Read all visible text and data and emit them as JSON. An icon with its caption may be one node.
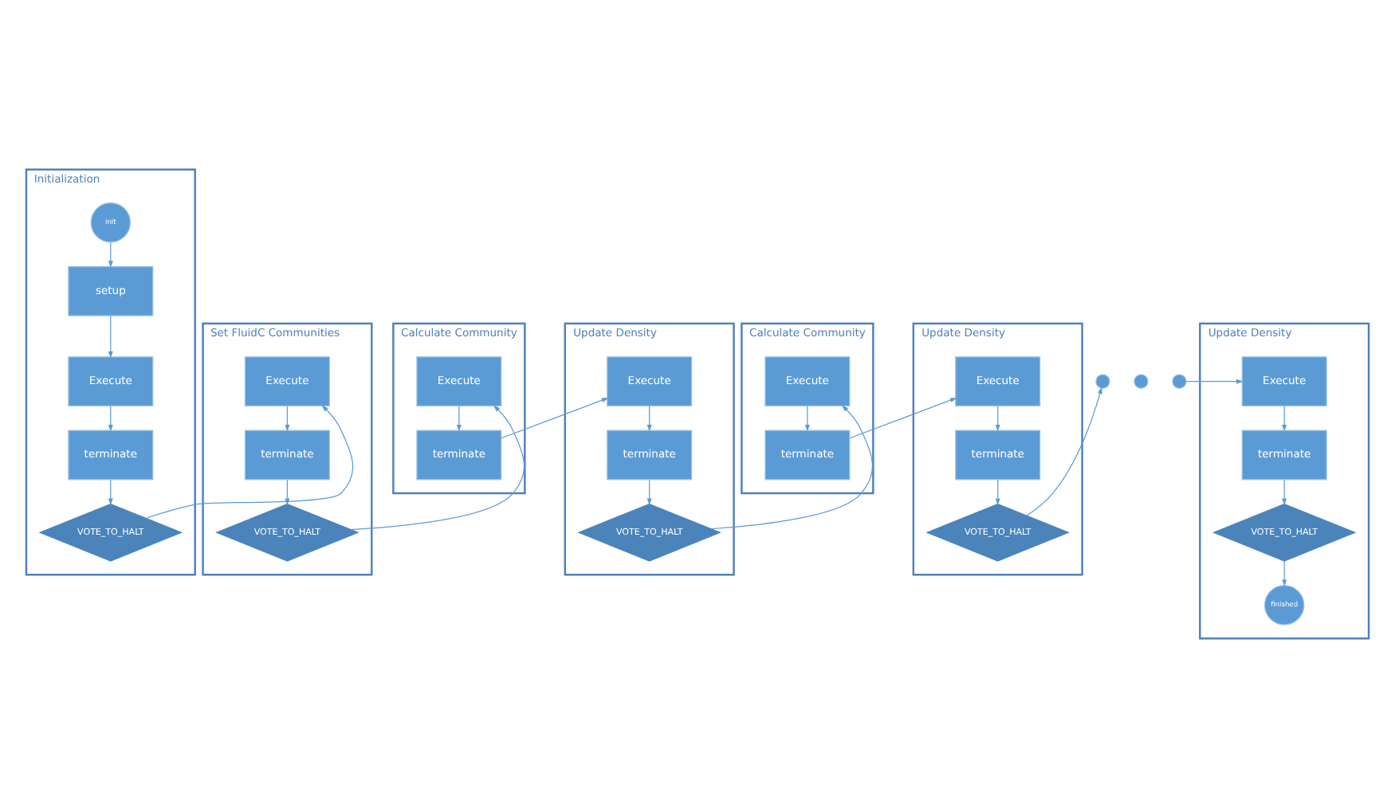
{
  "diagram": {
    "nodes": [
      {
        "text": [
          "Initialization"
        ]
      },
      {
        "text": [
          "init"
        ],
        "in": 0
      },
      {
        "text": [
          "setup"
        ],
        "in": 0
      },
      {
        "text": [
          "Execute"
        ],
        "in": 0
      },
      {
        "text": [
          "terminate"
        ],
        "in": 0
      },
      {
        "text": [
          "VOTE_TO_HALT"
        ],
        "in": 0
      },
      {
        "text": [
          "Set FluidC Communities"
        ]
      },
      {
        "text": [
          "Execute"
        ],
        "in": 6
      },
      {
        "text": [
          "terminate"
        ],
        "in": 6
      },
      {
        "text": [
          "VOTE_TO_HALT"
        ],
        "in": 6
      },
      {
        "text": [
          "Calculate Community"
        ]
      },
      {
        "text": [
          "Execute"
        ],
        "in": 10
      },
      {
        "text": [
          "terminate"
        ],
        "in": 10
      },
      {
        "text": [
          "Update Density"
        ]
      },
      {
        "text": [
          "Execute"
        ],
        "in": 13
      },
      {
        "text": [
          "terminate"
        ],
        "in": 13
      },
      {
        "text": [
          "VOTE_TO_HALT"
        ],
        "in": 13
      },
      {
        "text": [
          "Calculate Community"
        ]
      },
      {
        "text": [
          "Execute"
        ],
        "in": 17
      },
      {
        "text": [
          "terminate"
        ],
        "in": 17
      },
      {
        "text": [
          "Update Density"
        ]
      },
      {
        "text": [
          "Execute"
        ],
        "in": 20
      },
      {
        "text": [
          "terminate"
        ],
        "in": 20
      },
      {
        "text": [
          "VOTE_TO_HALT"
        ],
        "in": 20
      },
      {
        "text": [],
        "shape": "circle"
      },
      {
        "text": [],
        "shape": "circle"
      },
      {
        "text": [],
        "shape": "circle"
      },
      {
        "text": [
          "Update Density"
        ]
      },
      {
        "text": [
          "Execute"
        ],
        "in": 27
      },
      {
        "text": [
          "terminate"
        ],
        "in": 27
      },
      {
        "text": [
          "VOTE_TO_HALT"
        ],
        "in": 27
      },
      {
        "text": [
          "finished"
        ],
        "in": 27
      }
    ],
    "edges": [
      {
        "from": 1,
        "to": 2,
        "arrow": "to"
      },
      {
        "from": 2,
        "to": 3,
        "arrow": "to"
      },
      {
        "from": 3,
        "to": 4,
        "arrow": "to"
      },
      {
        "from": 4,
        "to": 5,
        "arrow": "to"
      },
      {
        "from": 5,
        "to": 7,
        "arrow": "to"
      },
      {
        "from": 7,
        "to": 8,
        "arrow": "to"
      },
      {
        "from": 8,
        "to": 9,
        "arrow": "to"
      },
      {
        "from": 9,
        "to": 11,
        "arrow": "to"
      },
      {
        "from": 11,
        "to": 12,
        "arrow": "to"
      },
      {
        "from": 12,
        "to": 14,
        "arrow": "to"
      },
      {
        "from": 14,
        "to": 15,
        "arrow": "to"
      },
      {
        "from": 15,
        "to": 16,
        "arrow": "to"
      },
      {
        "from": 16,
        "to": 18,
        "arrow": "to"
      },
      {
        "from": 18,
        "to": 19,
        "arrow": "to"
      },
      {
        "from": 19,
        "to": 21,
        "arrow": "to"
      },
      {
        "from": 21,
        "to": 22,
        "arrow": "to"
      },
      {
        "from": 22,
        "to": 23,
        "arrow": "to"
      },
      {
        "from": 23,
        "to": 24,
        "arrow": "to"
      },
      {
        "from": 26,
        "to": 28,
        "arrow": "to"
      },
      {
        "from": 28,
        "to": 29,
        "arrow": "to"
      },
      {
        "from": 29,
        "to": 30,
        "arrow": "to"
      },
      {
        "from": 30,
        "to": 31,
        "arrow": "to"
      }
    ]
  }
}
